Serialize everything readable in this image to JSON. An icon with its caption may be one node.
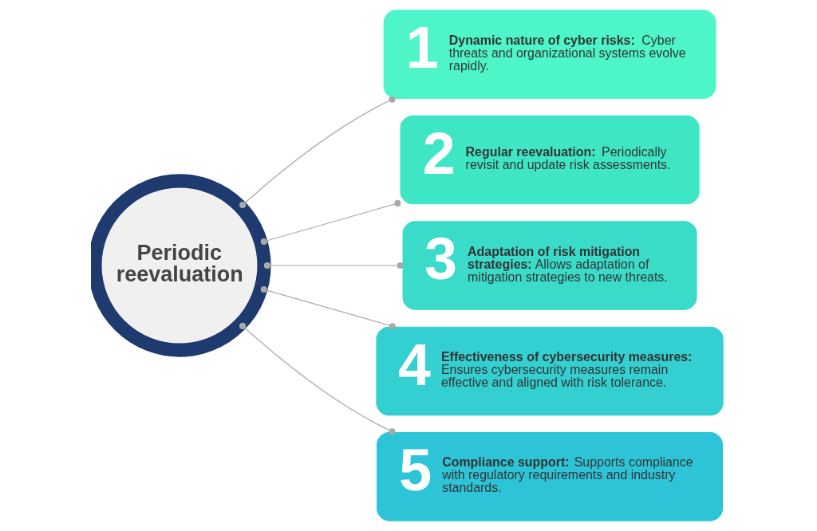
{
  "diagram": {
    "nodes": [
      {
        "text": [
          "Periodic reevaluation"
        ]
      },
      {
        "text": [
          "1",
          "**Dynamic nature of cyber risks:** Cyber threats and organizational systems evolve rapidly."
        ]
      },
      {
        "text": [
          "2",
          "**Regular reevaluation:** Periodically revisit and update risk assessments."
        ]
      },
      {
        "text": [
          "3",
          "**Adaptation of risk mitigation strategies:** Allows adaptation of mitigation strategies to new threats."
        ]
      },
      {
        "text": [
          "4",
          "**Effectiveness of cybersecurity measures:** Ensures cybersecurity measures remain effective and aligned with risk tolerance."
        ]
      },
      {
        "text": [
          "5",
          "**Compliance support:** Supports compliance with regulatory requirements and industry standards."
        ]
      }
    ],
    "edges": [
      {
        "from": 0,
        "to": 1,
        "arrow": "other"
      },
      {
        "from": 0,
        "to": 2,
        "arrow": "other"
      },
      {
        "from": 0,
        "to": 3,
        "arrow": "other"
      },
      {
        "from": 0,
        "to": 4,
        "arrow": "other"
      },
      {
        "from": 0,
        "to": 5,
        "arrow": "other"
      }
    ]
  }
}
